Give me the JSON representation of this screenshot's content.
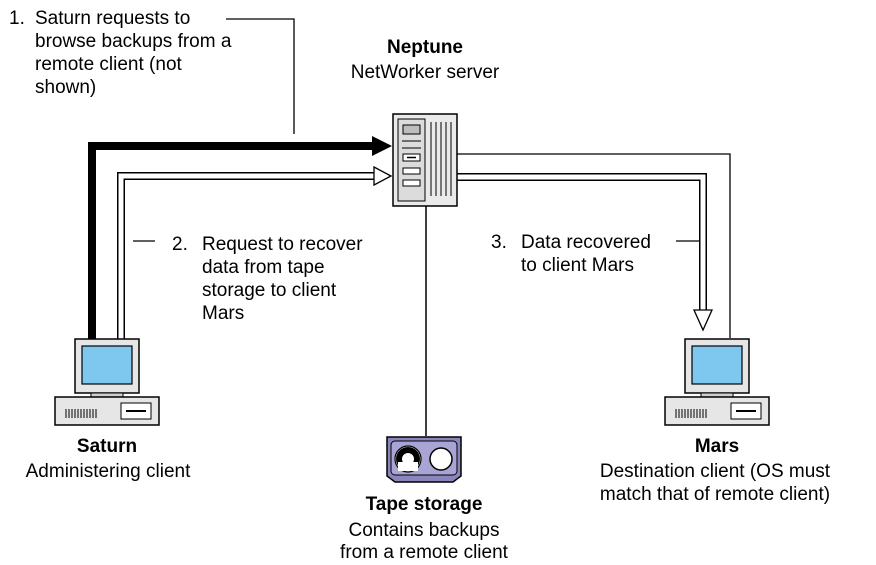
{
  "nodes": {
    "server": {
      "name": "Neptune",
      "role": "NetWorker server"
    },
    "admin_client": {
      "name": "Saturn",
      "role": "Administering client"
    },
    "dest_client": {
      "name": "Mars",
      "role_line1": "Destination client (OS must",
      "role_line2": "match that of remote client)"
    },
    "tape": {
      "name": "Tape storage",
      "desc_line1": "Contains backups",
      "desc_line2": "from a remote client"
    }
  },
  "steps": {
    "step1": {
      "number": "1.",
      "lines": [
        "Saturn requests to",
        "browse backups from a",
        "remote client (not",
        "shown)"
      ]
    },
    "step2": {
      "number": "2.",
      "lines": [
        "Request to recover",
        "data from tape",
        "storage to client",
        "Mars"
      ]
    },
    "step3": {
      "number": "3.",
      "lines": [
        "Data recovered",
        "to client Mars"
      ]
    }
  },
  "icons": {
    "server": "server-tower-icon",
    "admin_computer": "desktop-computer-icon",
    "dest_computer": "desktop-computer-icon",
    "tape": "tape-cartridge-icon"
  },
  "colors": {
    "screen": "#7ec8f0",
    "server_body": "#e8e8e8",
    "cartridge": "#8a86bd",
    "line": "#000000"
  }
}
